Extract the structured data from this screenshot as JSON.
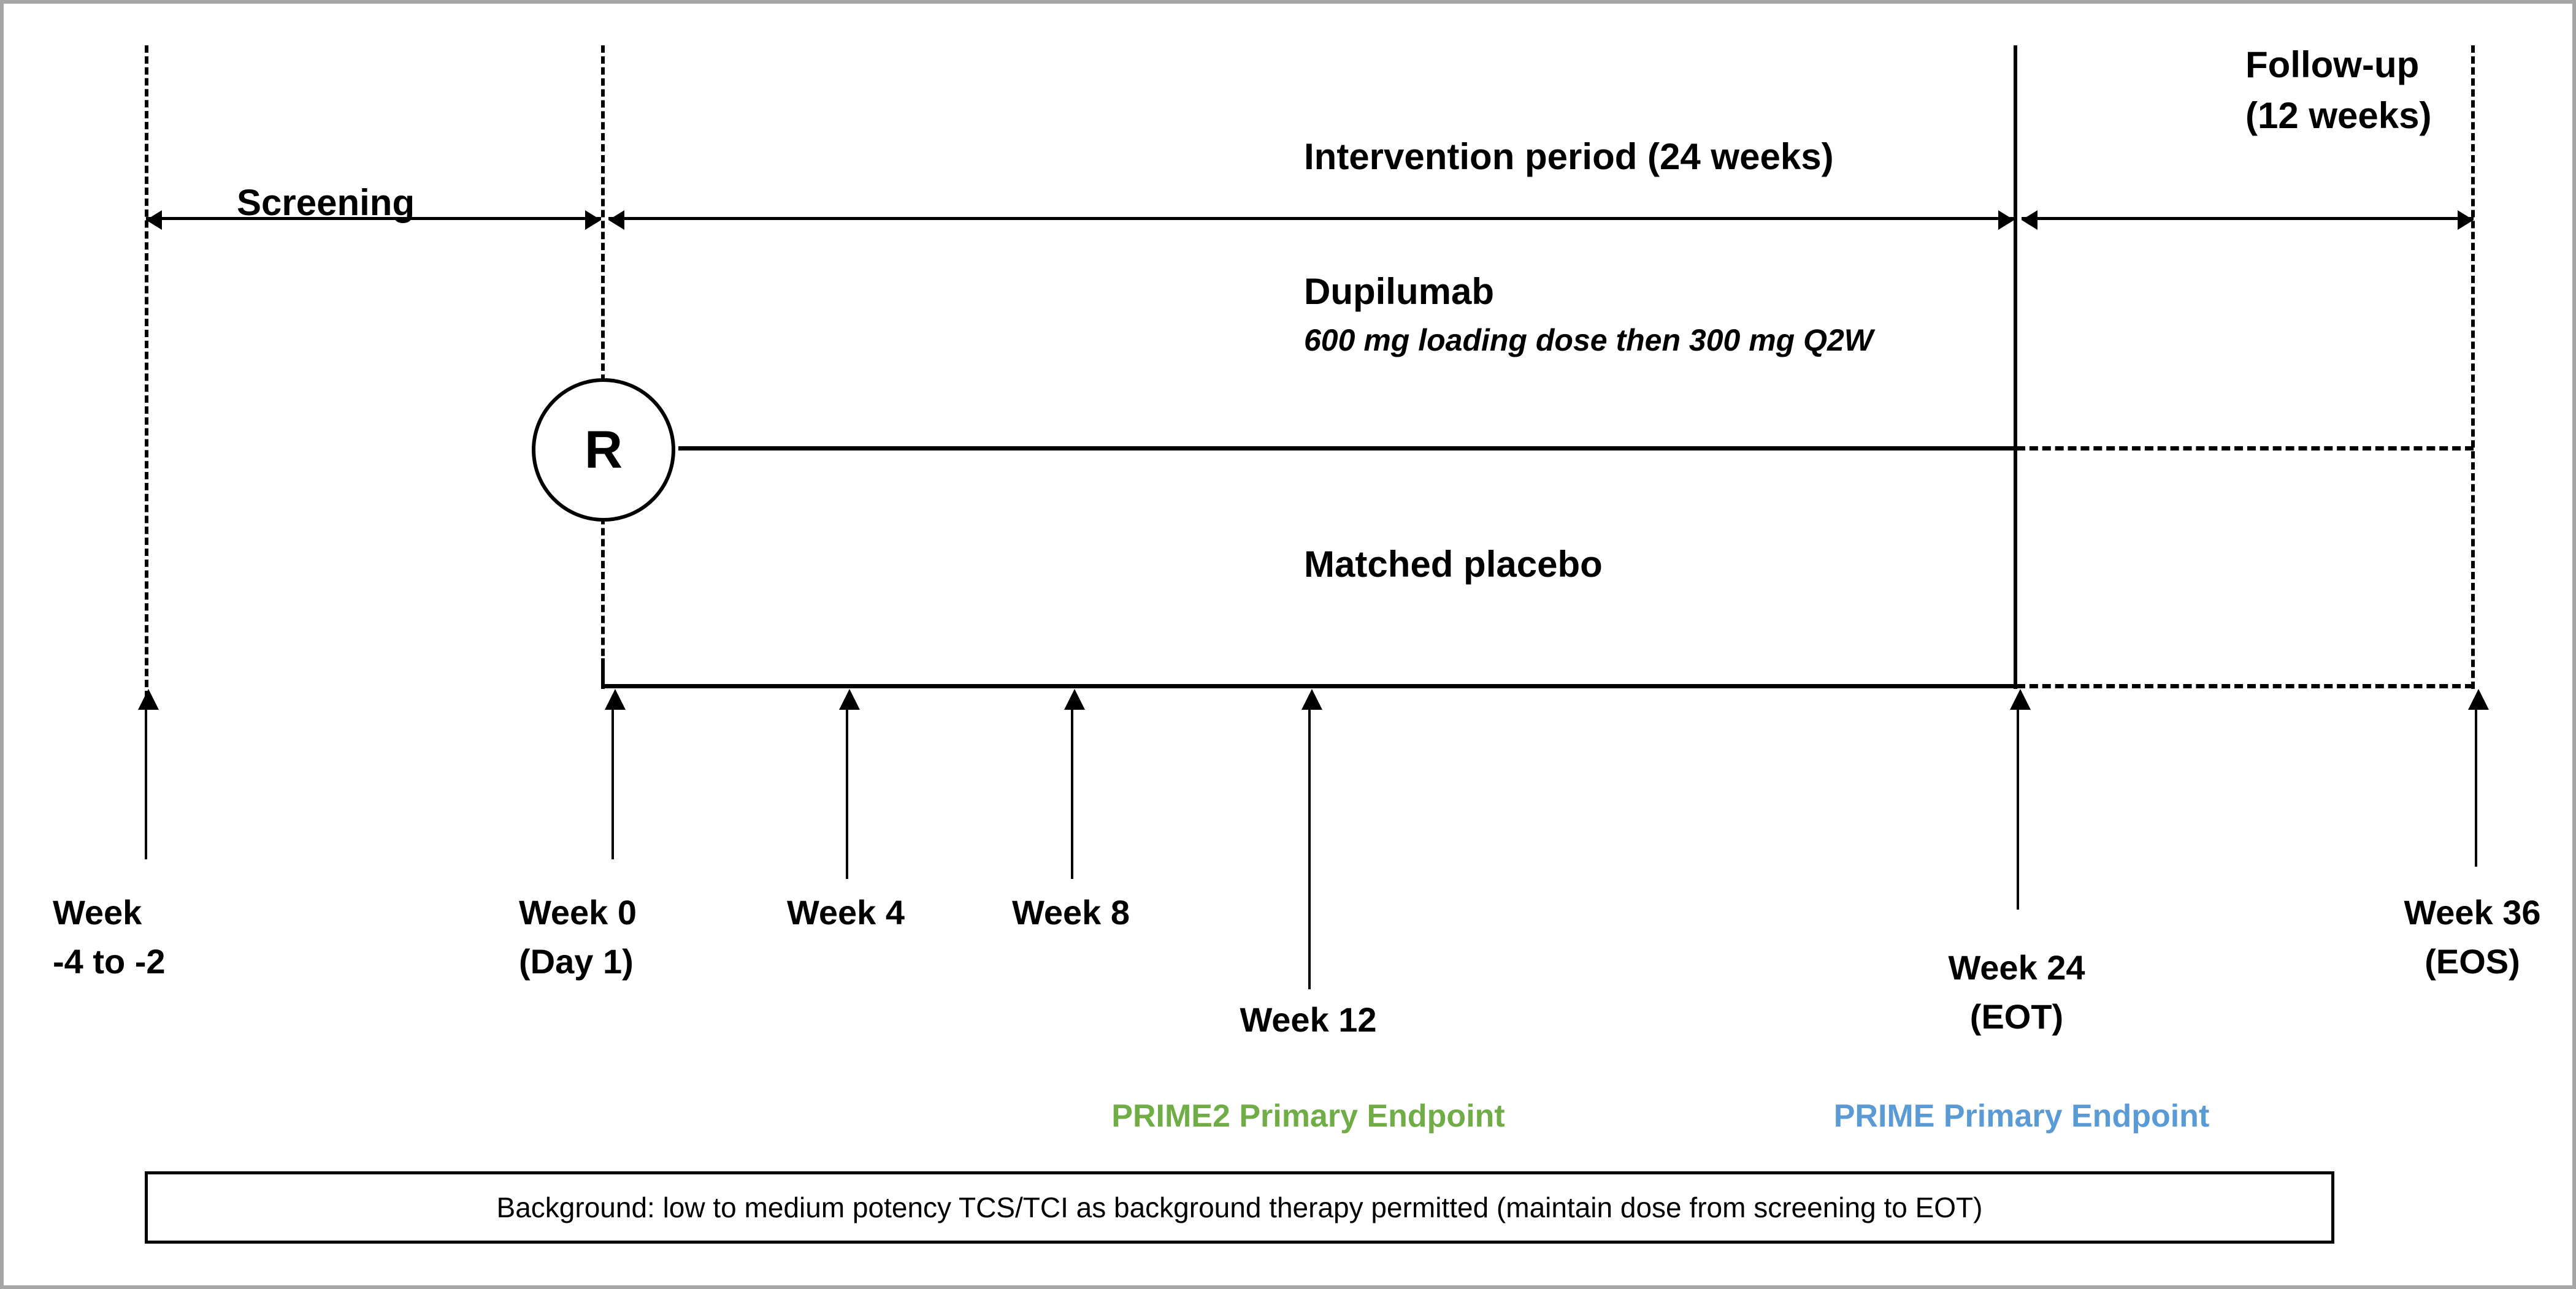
{
  "diagram": {
    "title": "Clinical trial design schematic",
    "periods": [
      {
        "id": "screening",
        "label": "Screening",
        "label2": ""
      },
      {
        "id": "intervention",
        "label": "Intervention period (24 weeks)",
        "label2": ""
      },
      {
        "id": "followup",
        "label": "Follow-up",
        "label2": "(12 weeks)"
      }
    ],
    "randomization": {
      "symbol": "R"
    },
    "arms": [
      {
        "id": "active",
        "name": "Dupilumab",
        "dose": "600 mg loading dose then 300 mg Q2W"
      },
      {
        "id": "placebo",
        "name": "Matched placebo",
        "dose": ""
      }
    ],
    "timepoints": [
      {
        "id": "wk-screen",
        "line1": "Week",
        "line2": "-4 to -2"
      },
      {
        "id": "wk-0",
        "line1": "Week 0",
        "line2": "(Day 1)"
      },
      {
        "id": "wk-4",
        "line1": "Week 4",
        "line2": ""
      },
      {
        "id": "wk-8",
        "line1": "Week 8",
        "line2": ""
      },
      {
        "id": "wk-12",
        "line1": "Week 12",
        "line2": ""
      },
      {
        "id": "wk-24",
        "line1": "Week 24",
        "line2": "(EOT)"
      },
      {
        "id": "wk-36",
        "line1": "Week 36",
        "line2": "(EOS)"
      }
    ],
    "endpoints": [
      {
        "id": "prime2",
        "label": "PRIME2 Primary Endpoint",
        "color": "#70AD47"
      },
      {
        "id": "prime",
        "label": "PRIME Primary Endpoint",
        "color": "#5B9BD5"
      }
    ],
    "background_therapy": "Background: low to medium potency TCS/TCI as background therapy permitted (maintain dose from screening to EOT)",
    "colors": {
      "line": "#000000",
      "frame": "#a6a6a6",
      "prime2_green": "#70AD47",
      "prime_blue": "#5B9BD5"
    }
  }
}
